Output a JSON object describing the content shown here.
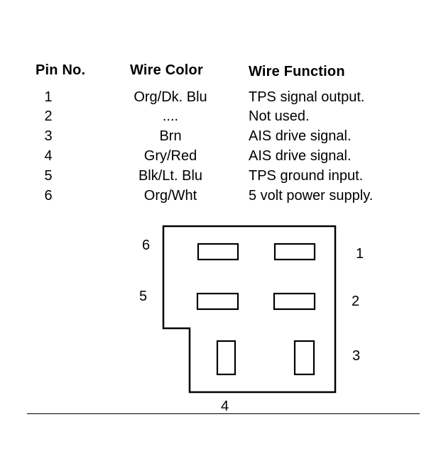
{
  "table": {
    "headers": {
      "pin": "Pin No.",
      "wire": "Wire Color",
      "function": "Wire Function"
    },
    "rows": [
      {
        "pin": "1",
        "wire": "Org/Dk. Blu",
        "function": "TPS signal output."
      },
      {
        "pin": "2",
        "wire": "....",
        "function": "Not used."
      },
      {
        "pin": "3",
        "wire": "Brn",
        "function": "AIS drive signal."
      },
      {
        "pin": "4",
        "wire": "Gry/Red",
        "function": "AIS drive signal."
      },
      {
        "pin": "5",
        "wire": "Blk/Lt. Blu",
        "function": "TPS ground input."
      },
      {
        "pin": "6",
        "wire": "Org/Wht",
        "function": "5 volt power supply."
      }
    ]
  },
  "connector": {
    "labels": {
      "p1": "1",
      "p2": "2",
      "p3": "3",
      "p4": "4",
      "p5": "5",
      "p6": "6"
    }
  }
}
